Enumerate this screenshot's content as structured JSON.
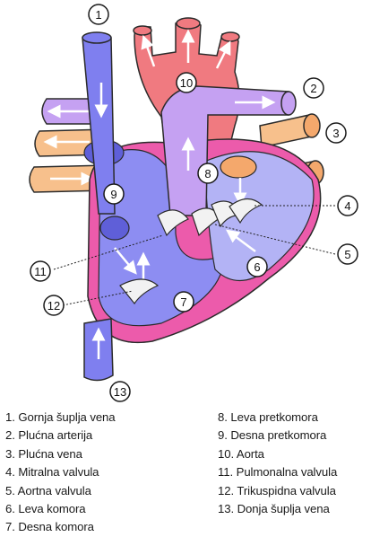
{
  "callouts": [
    "1",
    "2",
    "3",
    "4",
    "5",
    "6",
    "7",
    "8",
    "9",
    "10",
    "11",
    "12",
    "13"
  ],
  "legend": {
    "left": [
      "1. Gornja šuplja vena",
      "2. Plućna arterija",
      "3. Plućna vena",
      "4. Mitralna valvula",
      "5. Aortna valvula",
      "6. Leva komora",
      "7. Desna komora"
    ],
    "right": [
      "8. Leva pretkomora",
      "9. Desna pretkomora",
      "10. Aorta",
      "11. Pulmonalna valvula",
      "12. Trikuspidna valvula",
      "13. Donja šuplja vena"
    ]
  },
  "colors": {
    "deoxygenated": "#7f7fef",
    "oxygenated": "#f07a80",
    "pulmonary_artery": "#c5a1f2",
    "pulmonary_vein": "#f7c08c",
    "muscle": "#ec5bab",
    "valve": "#f2f2f2"
  }
}
